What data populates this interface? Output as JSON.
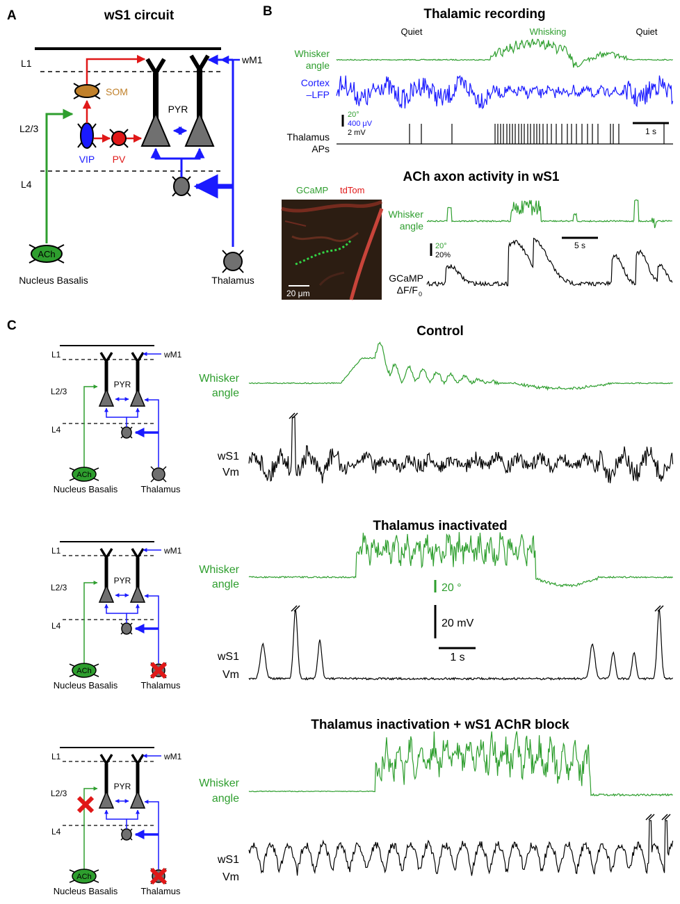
{
  "panels": {
    "a": {
      "letter": "A",
      "title": "wS1 circuit",
      "layers": [
        "L1",
        "L2/3",
        "L4"
      ],
      "cells": {
        "som": "SOM",
        "vip": "VIP",
        "pv": "PV",
        "pyr": "PYR",
        "ach": "ACh"
      },
      "inputs": {
        "wm1": "wM1",
        "nb": "Nucleus Basalis",
        "thal": "Thalamus"
      }
    },
    "b": {
      "letter": "B",
      "thal_title": "Thalamic recording",
      "states": [
        "Quiet",
        "Whisking",
        "Quiet"
      ],
      "whisker": [
        "Whisker",
        "angle"
      ],
      "lfp": [
        "Cortex",
        "–LFP"
      ],
      "scale_deg": "20°",
      "scale_uv": "400 μV",
      "scale_mv": "2 mV",
      "time1": "1 s",
      "aps": [
        "Thalamus",
        "APs"
      ],
      "ach_title": "ACh axon activity in wS1",
      "gcamp": "GCaMP",
      "tdtom": "tdTom",
      "scalebar_um": "20 μm",
      "time2": "5 s",
      "scale2_deg": "20°",
      "scale2_pct": "20%",
      "gcamp_trace": [
        "GCaMP",
        "ΔF/F"
      ],
      "f0_sub": "0"
    },
    "c": {
      "letter": "C",
      "titles": [
        "Control",
        "Thalamus inactivated",
        "Thalamus inactivation + wS1 AChR block"
      ],
      "whisker": [
        "Whisker",
        "angle"
      ],
      "vm": [
        "wS1",
        "Vm"
      ],
      "scale_deg": "20 °",
      "scale_mv": "20 mV",
      "scale_t": "1 s"
    }
  },
  "colors": {
    "green": "#2e9e2e",
    "blue": "#1a1aff",
    "red": "#e01818",
    "orange": "#c0802a",
    "gray": "#707070"
  }
}
